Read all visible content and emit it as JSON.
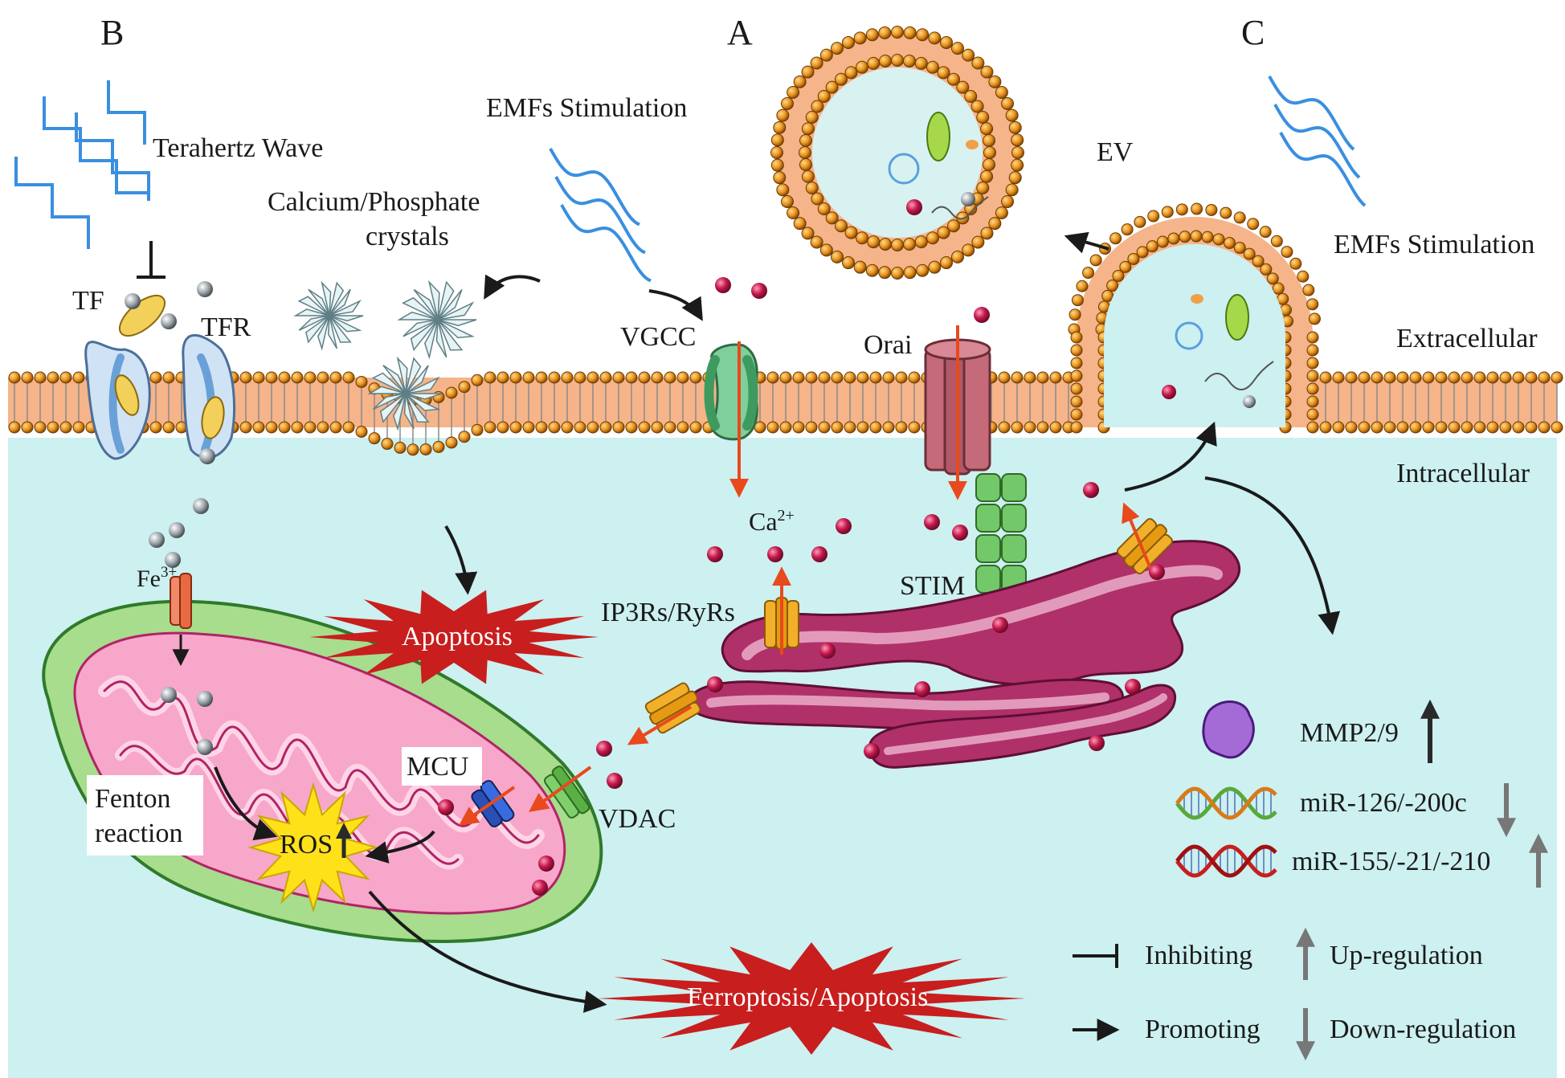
{
  "panels": {
    "a": "A",
    "b": "B",
    "c": "C"
  },
  "stimuli": {
    "terahertz": "Terahertz Wave",
    "emf_center": "EMFs Stimulation",
    "emf_right": "EMFs Stimulation",
    "crystals_line1": "Calcium/Phosphate",
    "crystals_line2": "crystals"
  },
  "regions": {
    "extracellular": "Extracellular",
    "intracellular": "Intracellular"
  },
  "labels": {
    "tf": "TF",
    "tfr": "TFR",
    "vgcc": "VGCC",
    "orai": "Orai",
    "ev": "EV",
    "ca_base": "Ca",
    "ca_sup": "2+",
    "fe_base": "Fe",
    "fe_sup": "3+",
    "ip3r": "IP3Rs/RyRs",
    "stim": "STIM",
    "mcu": "MCU",
    "vdac": "VDAC",
    "fenton_line1": "Fenton",
    "fenton_line2": "reaction",
    "ros": "ROS",
    "apoptosis": "Apoptosis",
    "ferroptosis": "Ferroptosis/Apoptosis",
    "mmp": "MMP2/9",
    "mir_down": "miR-126/-200c",
    "mir_up": "miR-155/-21/-210"
  },
  "legend": {
    "inhibiting": "Inhibiting",
    "promoting": "Promoting",
    "up": "Up-regulation",
    "down": "Down-regulation"
  },
  "colors": {
    "extracellular_bg": "#ffffff",
    "cytoplasm": "#cdf0f0",
    "membrane_core": "#f5b48a",
    "lipid_head": "#e8921c",
    "calcium": "#c2184b",
    "iron": "#9aa3a8",
    "ca_arrow": "#e8491d",
    "wave": "#3a8fe0",
    "er": "#b0306a",
    "mitochondria_outer": "#6dc24a",
    "mitochondria_inner": "#f28cb8",
    "burst": "#c81e1e",
    "ros": "#ffe11a"
  }
}
